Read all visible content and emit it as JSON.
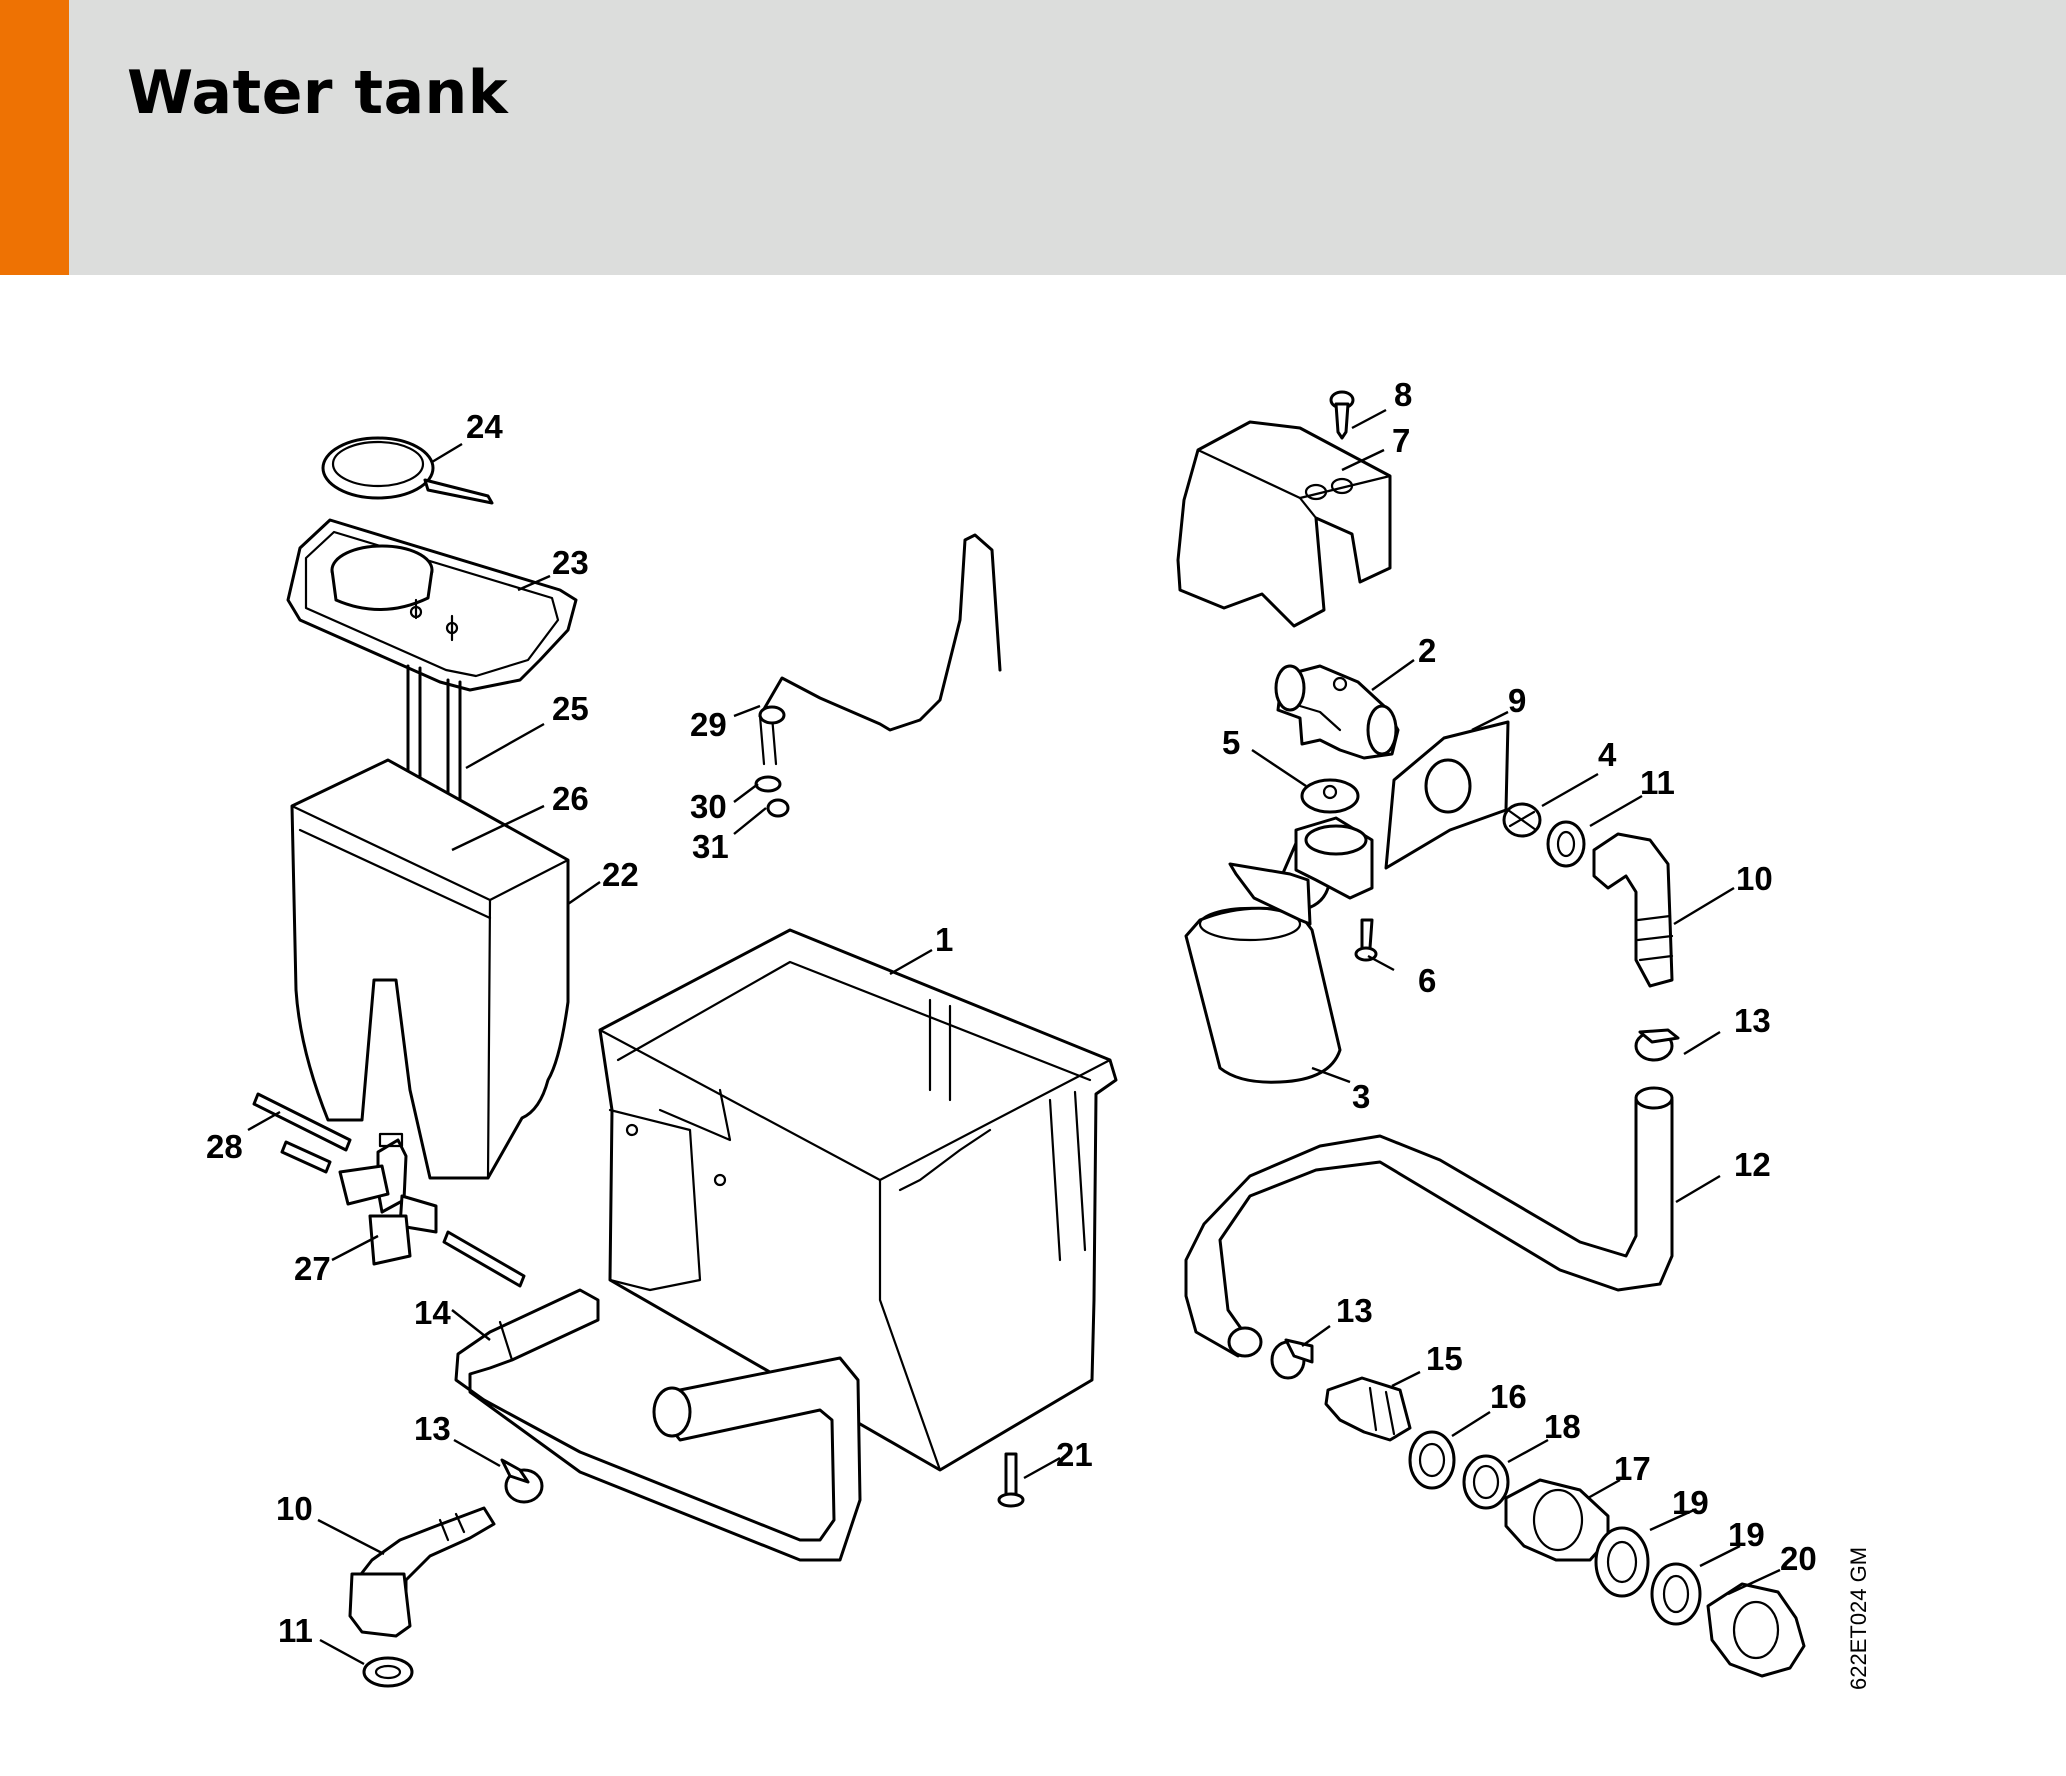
{
  "page": {
    "title": "Water tank",
    "reference_code": "622ET024 GM",
    "accent_color": "#ee7203",
    "header_color": "#dcdddc"
  },
  "callouts": {
    "c1": "1",
    "c2": "2",
    "c3": "3",
    "c4": "4",
    "c5": "5",
    "c6": "6",
    "c7": "7",
    "c8": "8",
    "c9": "9",
    "c10a": "10",
    "c10b": "10",
    "c11a": "11",
    "c11b": "11",
    "c12": "12",
    "c13a": "13",
    "c13b": "13",
    "c13c": "13",
    "c14": "14",
    "c15": "15",
    "c16": "16",
    "c17": "17",
    "c18": "18",
    "c19a": "19",
    "c19b": "19",
    "c20": "20",
    "c21": "21",
    "c22": "22",
    "c23": "23",
    "c24": "24",
    "c25": "25",
    "c26": "26",
    "c27": "27",
    "c28": "28",
    "c29": "29",
    "c30": "30",
    "c31": "31"
  }
}
